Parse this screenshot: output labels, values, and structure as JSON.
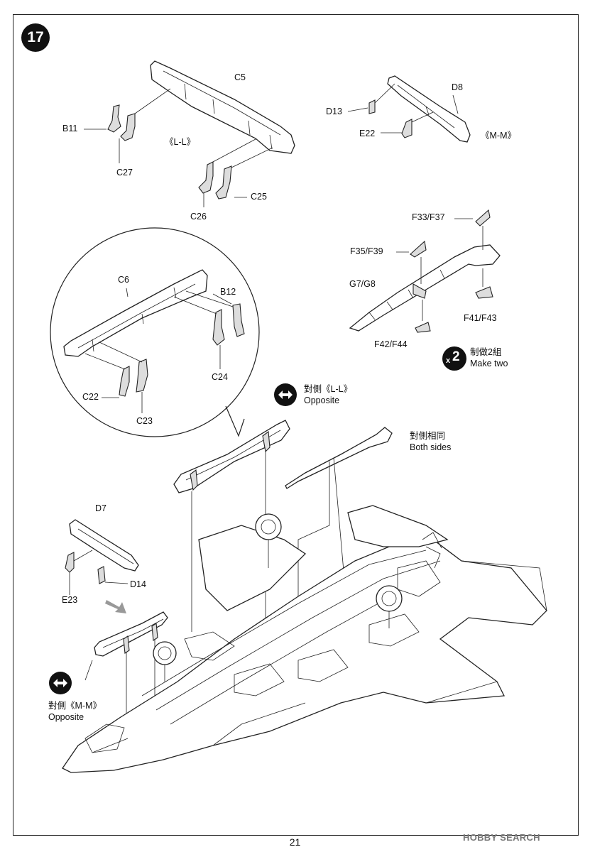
{
  "step": "17",
  "page_number": "21",
  "watermark": "HOBBY SEARCH",
  "parts": {
    "c5": "C5",
    "b11": "B11",
    "c27": "C27",
    "l_l": "《L-L》",
    "c26": "C26",
    "c25": "C25",
    "d8": "D8",
    "d13": "D13",
    "e22": "E22",
    "m_m": "《M-M》",
    "c6": "C6",
    "b12": "B12",
    "c24": "C24",
    "c22": "C22",
    "c23": "C23",
    "f33_f37": "F33/F37",
    "f35_f39": "F35/F39",
    "g7_g8": "G7/G8",
    "f41_f43": "F41/F43",
    "f42_f44": "F42/F44",
    "d7": "D7",
    "d14": "D14",
    "e23": "E23"
  },
  "notes": {
    "make_two_x": "x",
    "make_two_n": "2",
    "make_two_cn": "制做2組",
    "make_two_en": "Make two",
    "opposite_ll_cn": "對側《L-L》",
    "opposite_ll_en": "Opposite",
    "both_sides_cn": "對側相同",
    "both_sides_en": "Both sides",
    "opposite_mm_cn": "對側《M-M》",
    "opposite_mm_en": "Opposite"
  },
  "icons": [
    "double-arrow-icon",
    "inset-arrow-icon"
  ]
}
